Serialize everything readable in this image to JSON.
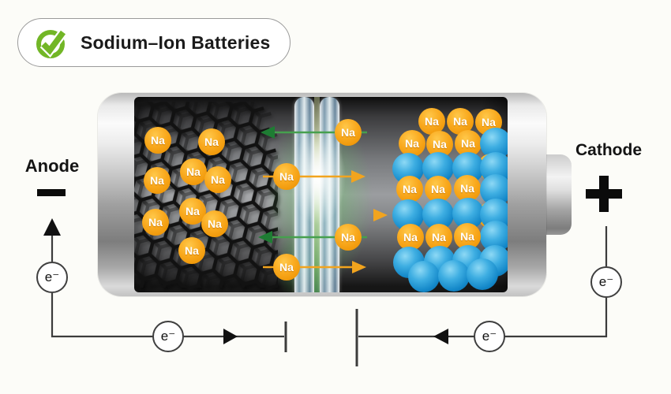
{
  "badge": {
    "title": "Sodium–Ion Batteries"
  },
  "electrodes": {
    "anode_label": "Anode",
    "anode_sign": "−",
    "cathode_label": "Cathode",
    "cathode_sign": "+"
  },
  "particles": {
    "sodium": "Na",
    "electron": "e⁻"
  },
  "colors": {
    "check_green": "#72b626",
    "sodium_orange": "#f6a41c",
    "cathode_blue": "#1e96d6",
    "arrow_green": "#2e8b3f",
    "arrow_orange": "#f2a41e",
    "casing_silver": "#c9c9c9"
  }
}
